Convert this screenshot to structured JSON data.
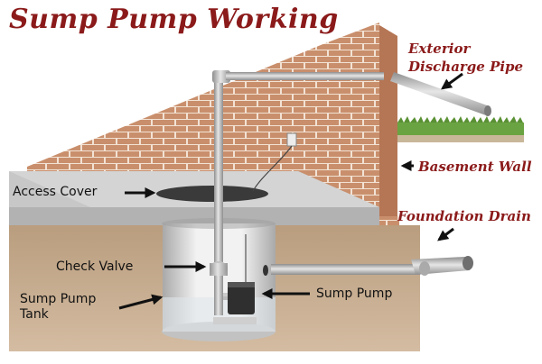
{
  "title": "Sump Pump Working",
  "labels": {
    "exterior_line1": "Exterior",
    "exterior_line2": "Discharge Pipe",
    "basement_wall": "Basement Wall",
    "foundation_drain": "Foundation Drain",
    "access_cover": "Access Cover",
    "check_valve": "Check Valve",
    "sump_pump": "Sump Pump",
    "tank_line1": "Sump Pump",
    "tank_line2": "Tank"
  },
  "colors": {
    "title": "#8b1a1a",
    "brick": "#c98f6c",
    "mortar": "#f2e2d4",
    "grass": "#6aa341",
    "floor": "#c7c7c7",
    "soil": "#c7ab8c"
  }
}
